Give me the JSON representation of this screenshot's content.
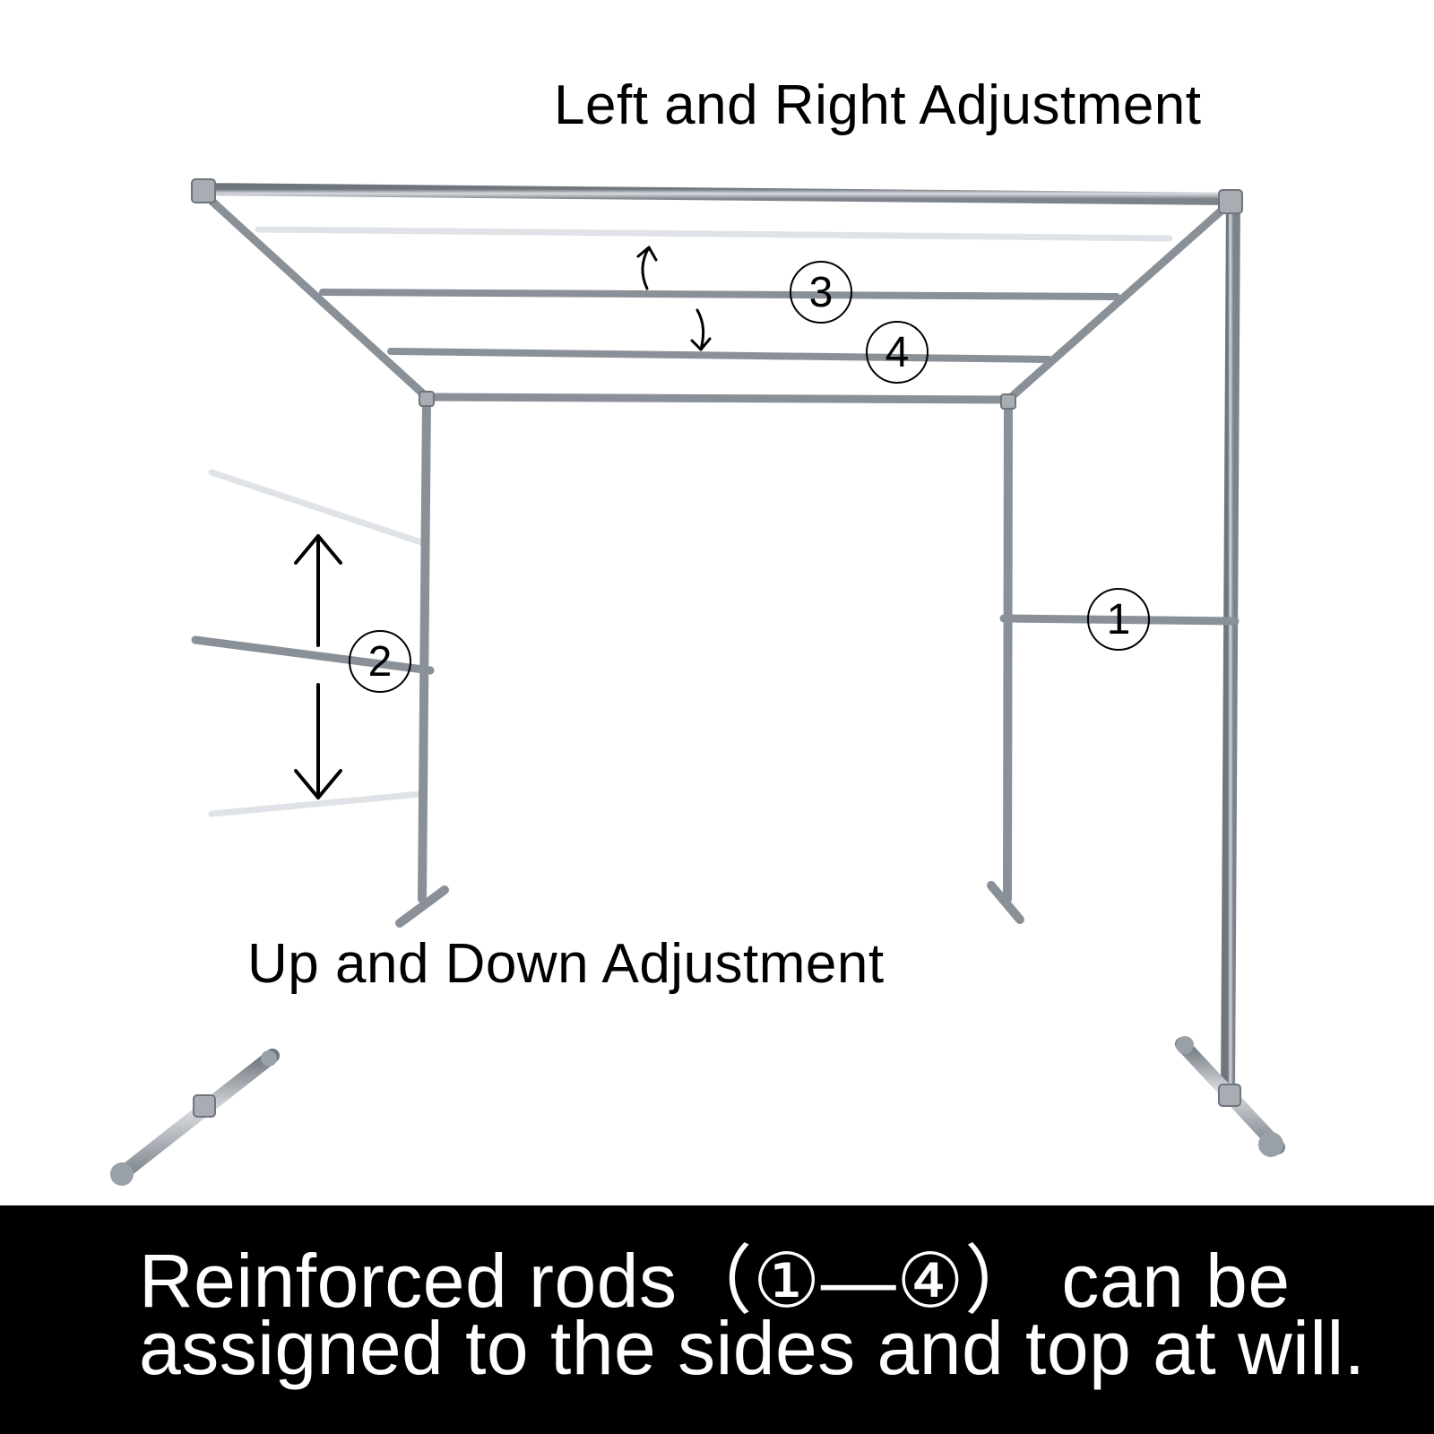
{
  "labels": {
    "top": "Left and Right Adjustment",
    "bottom": "Up and Down Adjustment"
  },
  "rod_markers": [
    {
      "id": "rod-1",
      "label": "1"
    },
    {
      "id": "rod-2",
      "label": "2"
    },
    {
      "id": "rod-3",
      "label": "3"
    },
    {
      "id": "rod-4",
      "label": "4"
    }
  ],
  "caption": {
    "line1": "Reinforced rods（①—④） can be",
    "line2": "assigned to the sides and top at will."
  },
  "colors": {
    "pipe": "#9aa0a8",
    "pipe_highlight": "#d8dce0",
    "ghost_rod": "#dfe3e7",
    "arrow": "#000000",
    "caption_bg": "#000000",
    "caption_text": "#ffffff"
  }
}
